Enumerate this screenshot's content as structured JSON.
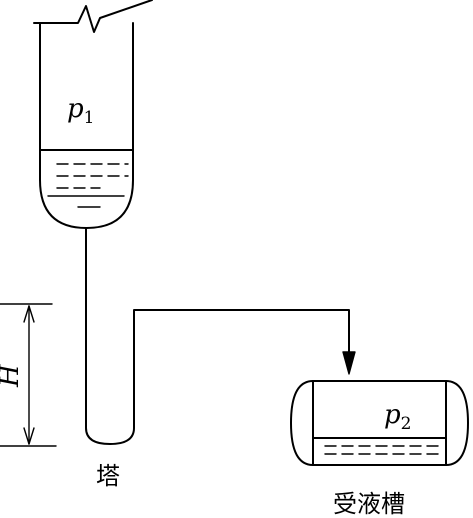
{
  "labels": {
    "tower_pressure": "p",
    "tower_pressure_sub": "1",
    "receiver_pressure": "p",
    "receiver_pressure_sub": "2",
    "height": "H",
    "tower": "塔",
    "receiver": "受液槽"
  },
  "colors": {
    "stroke": "#000000",
    "background": "#ffffff"
  }
}
